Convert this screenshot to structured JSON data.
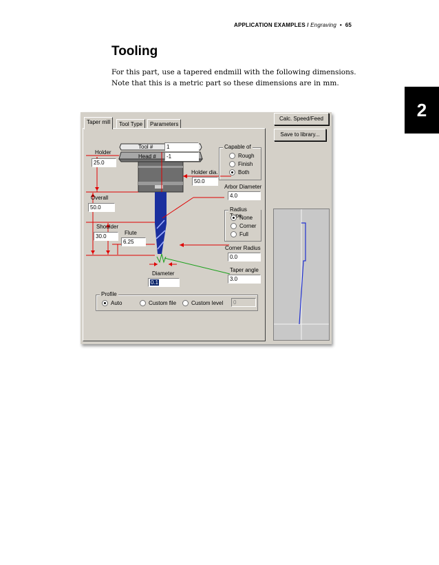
{
  "header": {
    "section": "APPLICATION EXAMPLES",
    "separator": " / ",
    "subsection": "Engraving",
    "bullet": "•",
    "page_number": "65"
  },
  "chapter_number": "2",
  "title": "Tooling",
  "paragraph": [
    "For this part, use a tapered endmill with the following dimensions.",
    "Note that this is a metric part so these dimensions are in mm."
  ],
  "dialog": {
    "tabs": [
      "Taper mill",
      "Tool Type",
      "Parameters"
    ],
    "buttons": {
      "calc": "Calc. Speed/Feed",
      "save": "Save to library..."
    },
    "tool_num": {
      "label": "Tool #",
      "value": "1"
    },
    "head_num": {
      "label": "Head #",
      "value": "-1"
    },
    "holder": {
      "label": "Holder",
      "value": "25.0"
    },
    "holder_dia": {
      "label": "Holder dia.",
      "value": "50.0"
    },
    "overall": {
      "label": "Overall",
      "value": "50.0"
    },
    "shoulder": {
      "label": "Shoulder",
      "value": "30.0"
    },
    "flute": {
      "label": "Flute",
      "value": "6.25"
    },
    "diameter": {
      "label": "Diameter",
      "value": "0.1"
    },
    "capable_of": {
      "title": "Capable of",
      "options": [
        "Rough",
        "Finish",
        "Both"
      ],
      "selected": "Both"
    },
    "arbor_diameter": {
      "label": "Arbor Diameter",
      "value": "4.0"
    },
    "radius_type": {
      "title": "Radius Type",
      "options": [
        "None",
        "Corner",
        "Full"
      ],
      "selected": "None"
    },
    "corner_radius": {
      "label": "Corner Radius",
      "value": "0.0"
    },
    "taper_angle": {
      "label": "Taper angle",
      "value": "3.0"
    },
    "profile": {
      "title": "Profile",
      "options": [
        "Auto",
        "Custom file",
        "Custom level"
      ],
      "selected": "Auto",
      "level_value": "0"
    },
    "colors": {
      "dim_lines": "#e00000",
      "tool_body": "#6e6e6e",
      "tool_blue": "#1a2f9e",
      "taper_line": "#1aa01a",
      "preview_line": "#2030d0"
    }
  }
}
